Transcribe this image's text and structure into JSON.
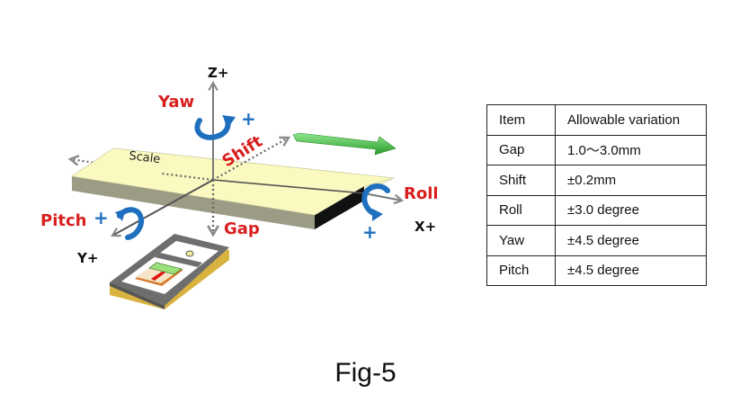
{
  "diagram": {
    "axes": {
      "z": "Z+",
      "x": "X+",
      "y": "Y+"
    },
    "labels": {
      "yaw": "Yaw",
      "shift": "Shift",
      "roll": "Roll",
      "pitch": "Pitch",
      "gap": "Gap",
      "scale": "Scale",
      "plus": "+"
    },
    "colors": {
      "label_red": "#d91e1e",
      "rotation_blue": "#1f6fbf",
      "scale_top": "#fafac0",
      "scale_side": "#a8a890",
      "scale_end": "#111111",
      "shift_arrow_green": "#3dbb3d",
      "axis_gray": "#7a7a7a"
    }
  },
  "table": {
    "headers": [
      "Item",
      "Allowable variation"
    ],
    "rows": [
      [
        "Gap",
        "1.0～3.0mm"
      ],
      [
        "Shift",
        "±0.2mm"
      ],
      [
        "Roll",
        "±3.0 degree"
      ],
      [
        "Yaw",
        "±4.5 degree"
      ],
      [
        "Pitch",
        "±4.5 degree"
      ]
    ]
  },
  "caption": "Fig-5"
}
